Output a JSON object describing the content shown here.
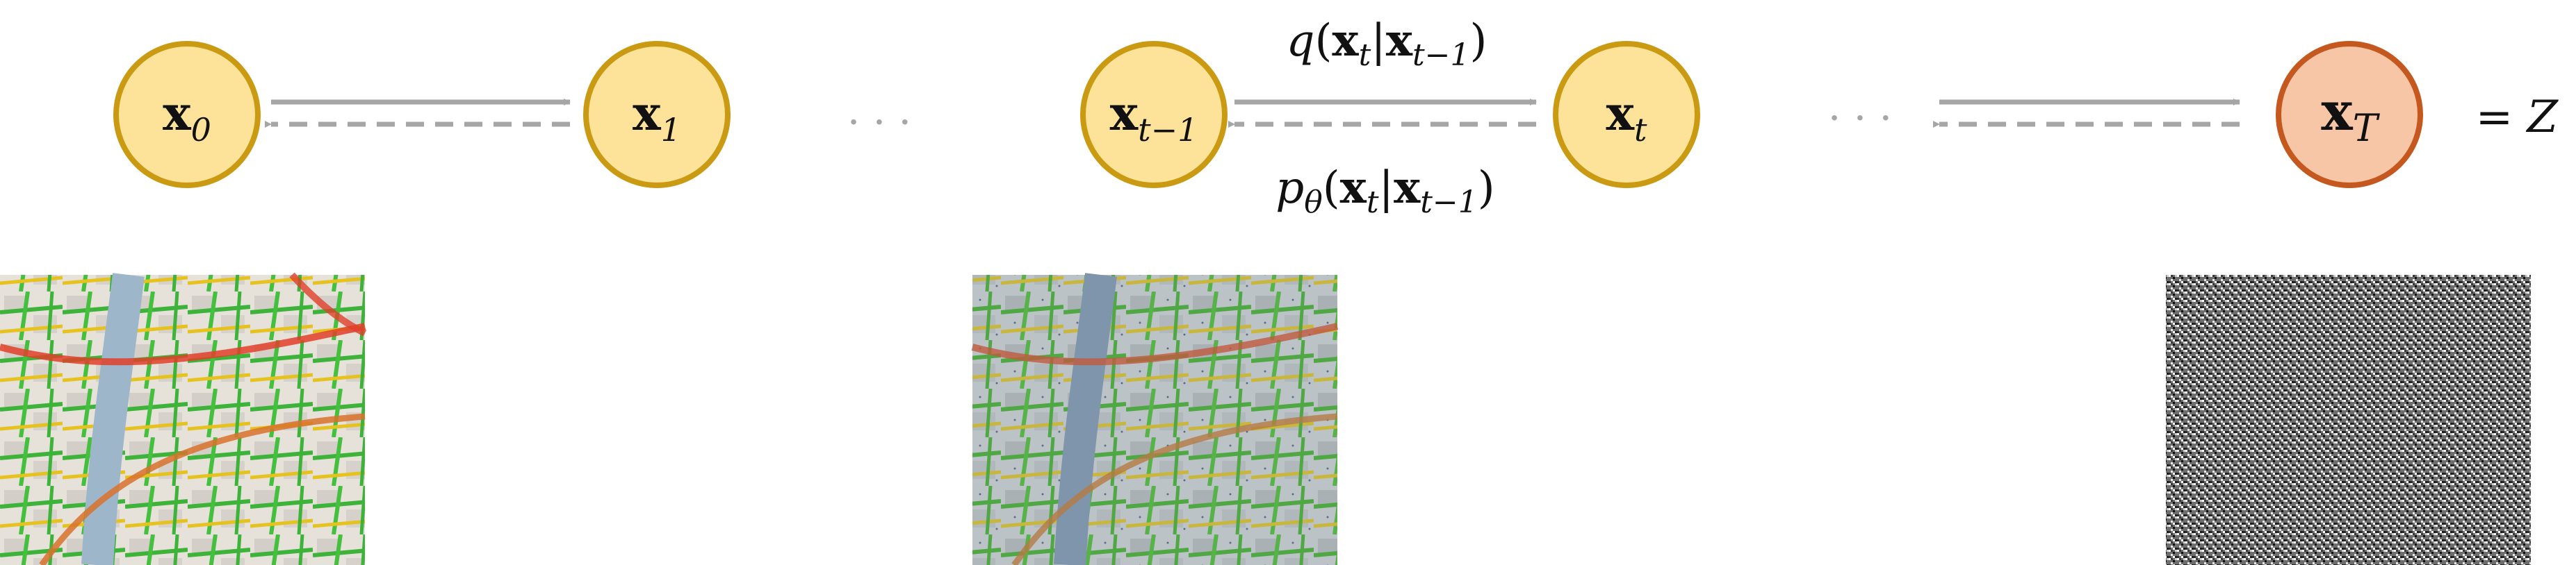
{
  "nodes": [
    {
      "id": "x0",
      "base": "x",
      "sub": "0",
      "fill": "#FDE39A",
      "stroke": "#C99A12"
    },
    {
      "id": "x1",
      "base": "x",
      "sub": "1",
      "fill": "#FDE39A",
      "stroke": "#C99A12"
    },
    {
      "id": "xt1",
      "base": "x",
      "sub": "t−1",
      "fill": "#FDE39A",
      "stroke": "#C99A12"
    },
    {
      "id": "xt",
      "base": "x",
      "sub": "t",
      "fill": "#FDE39A",
      "stroke": "#C99A12"
    },
    {
      "id": "xT",
      "base": "x",
      "sub": "T",
      "fill": "#F7C6A6",
      "stroke": "#C4581E"
    }
  ],
  "ellipsis": "· · ·",
  "forward_label": {
    "fn": "q",
    "open": "(",
    "x": "x",
    "sub_t": "t",
    "bar": "|",
    "sub_t1": "t−1",
    "close": ")"
  },
  "reverse_label": {
    "fn": "p",
    "fn_sub": "θ",
    "open": "(",
    "x": "x",
    "sub_t": "t",
    "bar": "|",
    "sub_t1": "t−1",
    "close": ")"
  },
  "equals_z": "= Z",
  "arrow_color": "#A6A6A6"
}
